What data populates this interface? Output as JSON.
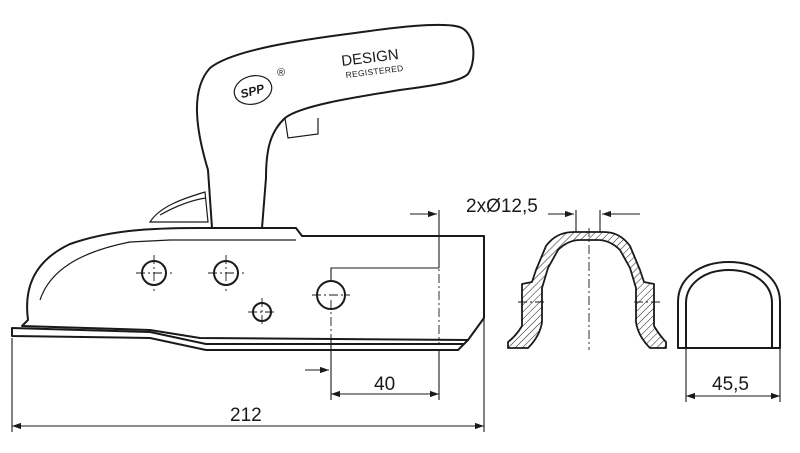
{
  "labels": {
    "design": "DESIGN",
    "registered": "REGISTERED",
    "logo": "SPP",
    "registered_mark": "®"
  },
  "dimensions": {
    "hole_diameter": "2xØ12,5",
    "hole_offset": "40",
    "overall_length": "212",
    "ball_width": "45,5"
  }
}
